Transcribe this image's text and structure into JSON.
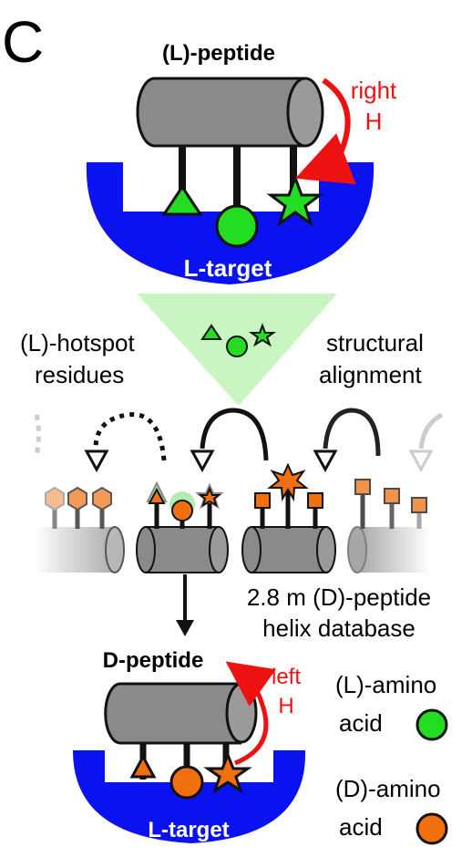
{
  "panel_letter": "C",
  "top": {
    "peptide_label": "(L)-peptide",
    "handedness_line1": "right",
    "handedness_line2": "H",
    "target_label": "L-target"
  },
  "middle": {
    "left_label_line1": "(L)-hotspot",
    "left_label_line2": "residues",
    "right_label_line1": "structural",
    "right_label_line2": "alignment",
    "database_line1": "2.8 m (D)-peptide",
    "database_line2": "helix database"
  },
  "bottom": {
    "peptide_label": "D-peptide",
    "handedness_line1": "left",
    "handedness_line2": "H",
    "target_label": "L-target"
  },
  "legend": {
    "l_line1": "(L)-amino",
    "l_line2": "acid",
    "d_line1": "(D)-amino",
    "d_line2": "acid"
  },
  "colors": {
    "target_blue": "#0a12f0",
    "l_green": "#22dd22",
    "d_orange": "#f07010",
    "handedness_red": "#ee1111",
    "funnel_green": "#c8f5c0",
    "cylinder_gray": "#8a8a8a"
  }
}
